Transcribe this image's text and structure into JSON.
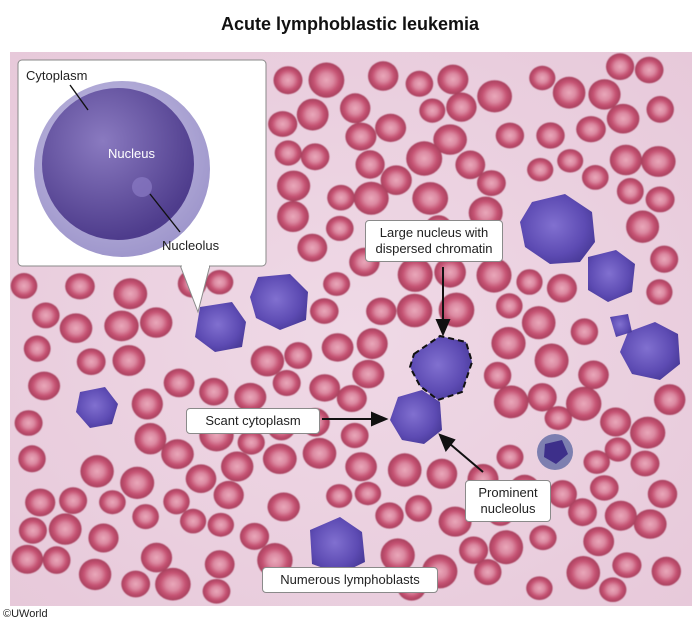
{
  "title": "Acute lymphoblastic leukemia",
  "inset": {
    "cytoplasm_label": "Cytoplasm",
    "nucleus_label": "Nucleus",
    "nucleolus_label": "Nucleolus"
  },
  "callouts": {
    "large_nucleus_line1": "Large nucleus with",
    "large_nucleus_line2": "dispersed chromatin",
    "scant_cytoplasm": "Scant cytoplasm",
    "prominent_line1": "Prominent",
    "prominent_line2": "nucleolus",
    "numerous": "Numerous lymphoblasts"
  },
  "credit": "©UWorld",
  "colors": {
    "background_smear": "#ecd3e3",
    "rbc": "#c2506c",
    "rbc_center": "#e7a3b5",
    "lymphoblast": "#6a59be",
    "lymphoblast_cytoplasm": "#8e98d8",
    "inset_cytoplasm": "#b8b2d9",
    "inset_nucleus": "#6b5aa5"
  }
}
